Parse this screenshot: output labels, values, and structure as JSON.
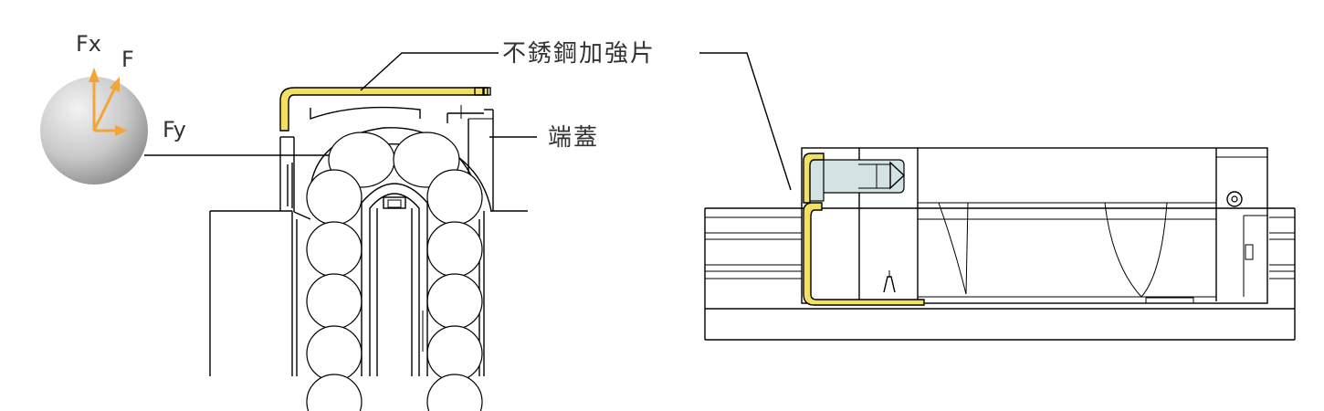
{
  "labels": {
    "stainless_plate": "不銹鋼加強片",
    "end_cap": "端蓋",
    "force_fx": "Fx",
    "force_f": "F",
    "force_fy": "Fy"
  },
  "colors": {
    "stainless_plate_fill": "#f3e060",
    "force_arrow": "#f1a53a",
    "sphere_light": "#f2f2f2",
    "sphere_dark": "#8f8f8f",
    "end_cap_fill": "#d3e2e2"
  }
}
